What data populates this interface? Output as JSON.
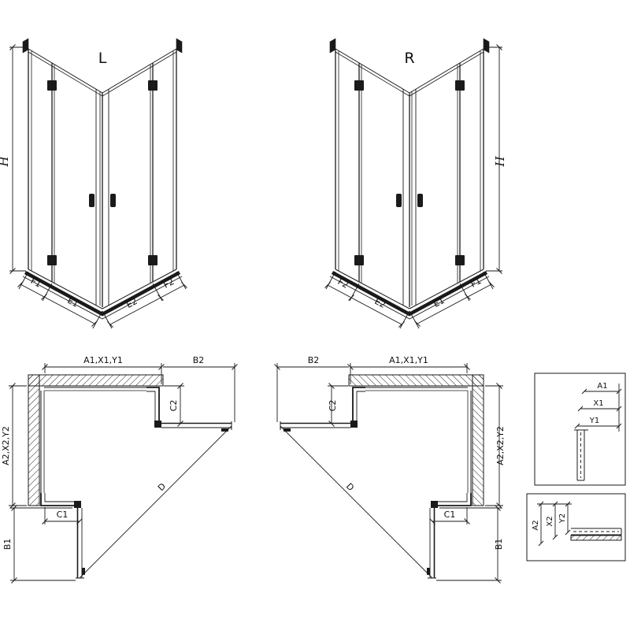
{
  "diagram": {
    "left_view": {
      "label": "L",
      "height_dim": "H",
      "bottom_dims": {
        "f1": "F1",
        "e1": "E1",
        "e2": "E2",
        "f2": "F2"
      }
    },
    "right_view": {
      "label": "R",
      "height_dim": "H",
      "bottom_dims": {
        "f2": "F2",
        "e2": "E2",
        "e1": "E1",
        "f1": "F1"
      }
    },
    "left_plan": {
      "top_dim": "A1,X1,Y1",
      "top_right_dim": "B2",
      "right_dim": "C2",
      "left_dim": "A2,X2,Y2",
      "bottom_dim": "C1",
      "bottom_left_dim": "B1",
      "diagonal_dim": "D"
    },
    "right_plan": {
      "top_left_dim": "B2",
      "top_dim": "A1,X1,Y1",
      "left_dim": "C2",
      "right_dim": "A2,X2,Y2",
      "bottom_dim": "C1",
      "bottom_right_dim": "B1",
      "diagonal_dim": "D"
    },
    "detail_top": {
      "dim_a1": "A1",
      "dim_x1": "X1",
      "dim_y1": "Y1"
    },
    "detail_bottom": {
      "dim_a2": "A2",
      "dim_x2": "X2",
      "dim_y2": "Y2"
    },
    "colors": {
      "line": "#1a1a1a",
      "background": "#ffffff"
    }
  }
}
